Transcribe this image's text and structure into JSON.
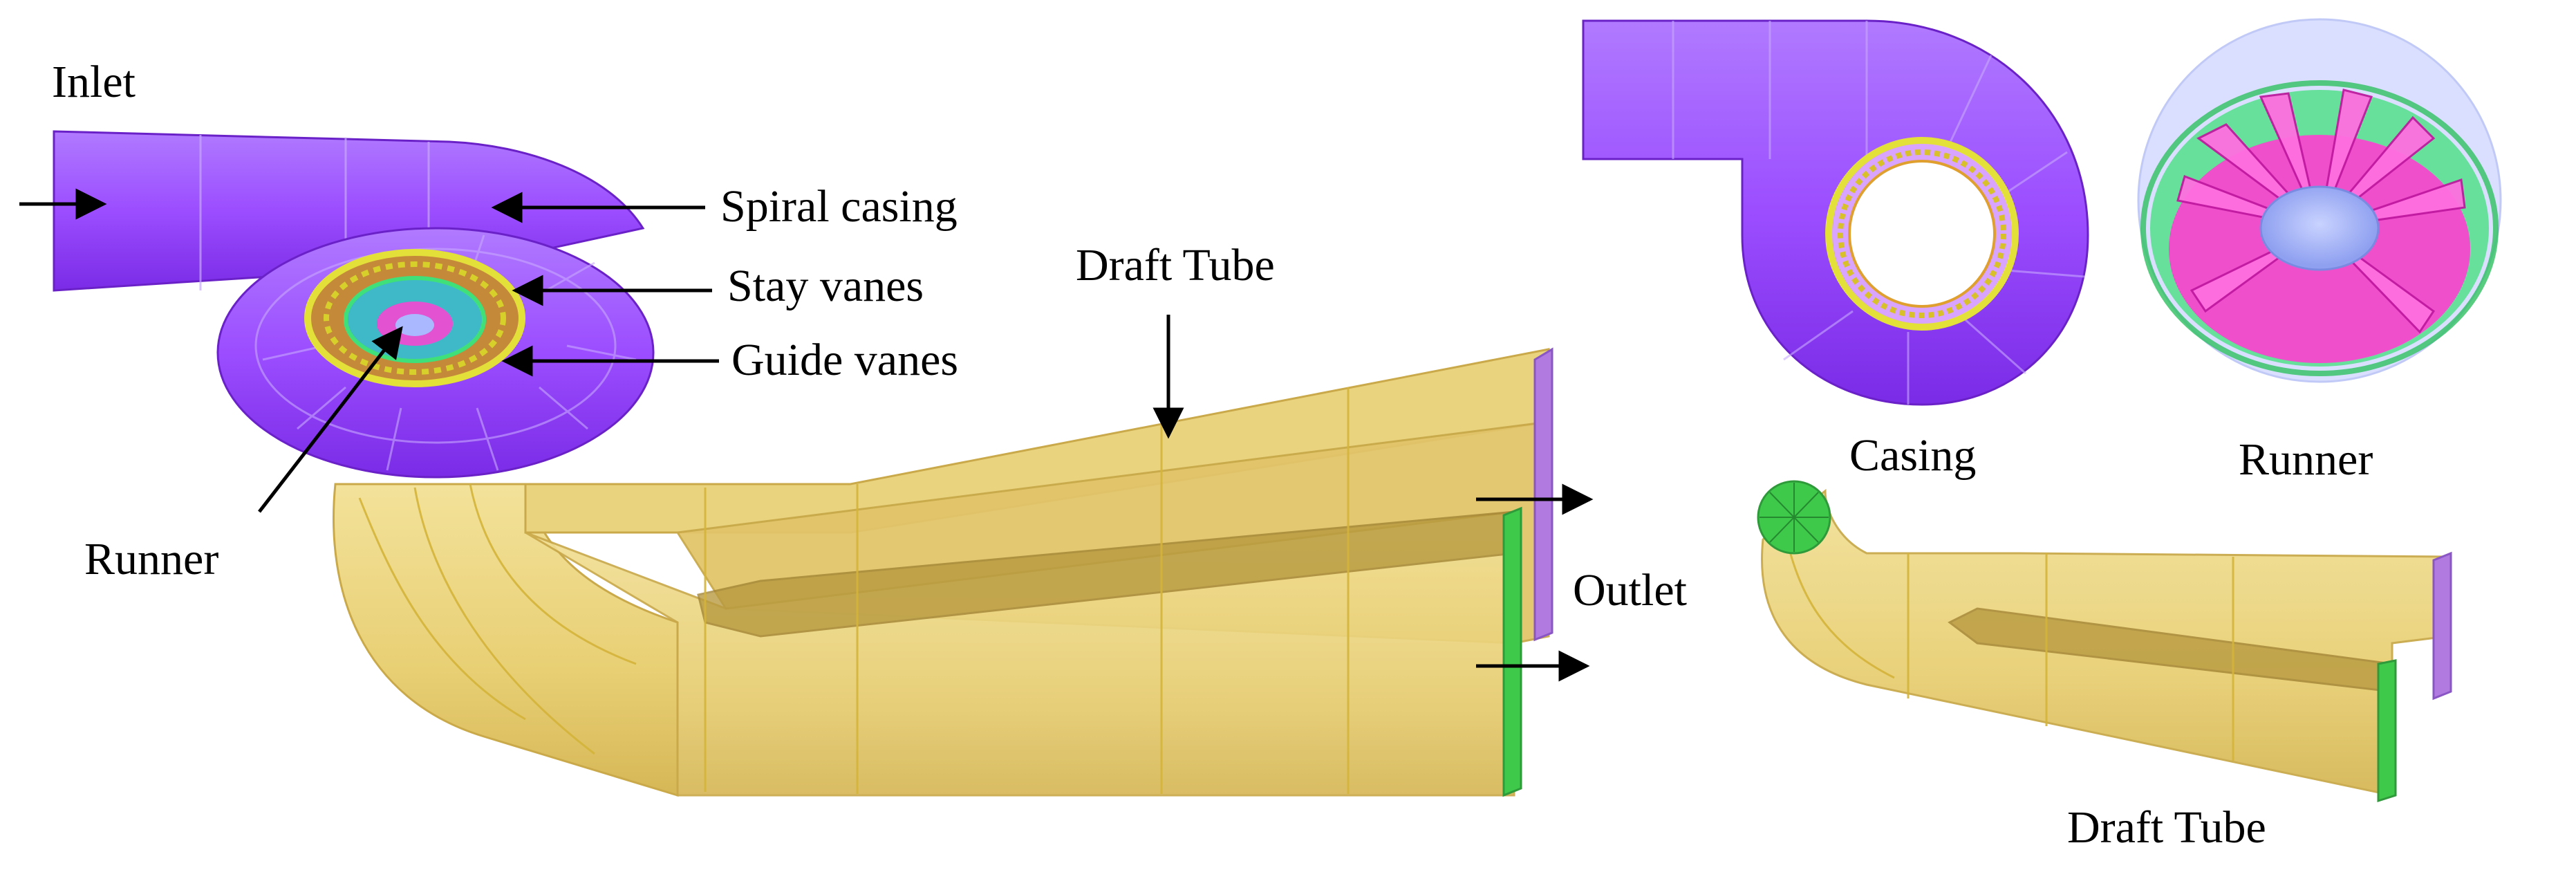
{
  "labels": {
    "inlet": "Inlet",
    "spiral_casing": "Spiral casing",
    "stay_vanes": "Stay vanes",
    "guide_vanes": "Guide vanes",
    "runner": "Runner",
    "draft_tube": "Draft Tube",
    "outlet": "Outlet",
    "casing_view": "Casing",
    "runner_view": "Runner",
    "draft_tube_view": "Draft Tube"
  },
  "colors": {
    "casing": "#9b4dff",
    "casing_dark": "#7a2be6",
    "draft_tube": "#e8cf74",
    "draft_tube_dark": "#c9a94a",
    "draft_tube_line": "#d4b43a",
    "runner_blade": "#ff3fd2",
    "runner_band": "#3fe07a",
    "runner_hub": "#a9b8ff",
    "stay_vane": "#e4e03a",
    "outlet_green": "#3ec94a",
    "outlet_purple": "#b07ae0"
  }
}
